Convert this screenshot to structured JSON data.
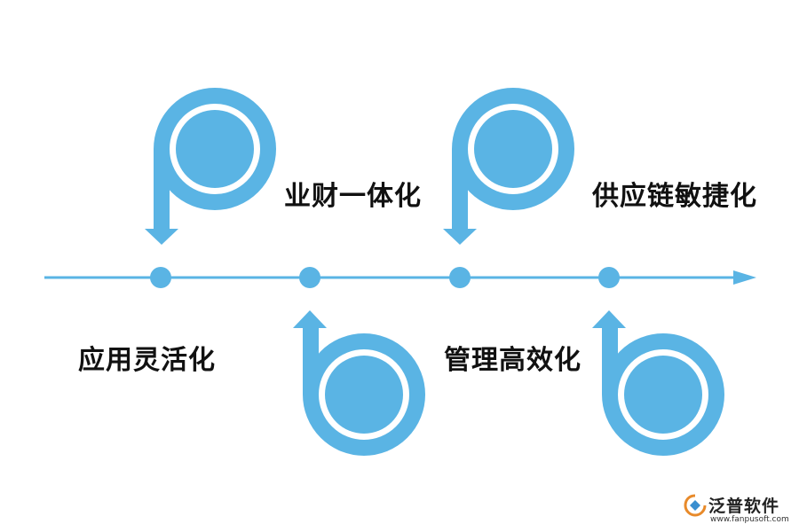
{
  "colors": {
    "accent": "#5ab4e4",
    "text": "#111111"
  },
  "stages": [
    {
      "label": "应用灵活化"
    },
    {
      "label": "业财一体化"
    },
    {
      "label": "管理高效化"
    },
    {
      "label": "供应链敏捷化"
    }
  ],
  "logo": {
    "name": "泛普软件",
    "url": "www.fanpusoft.com",
    "icon": "fanpu-logo-icon"
  }
}
